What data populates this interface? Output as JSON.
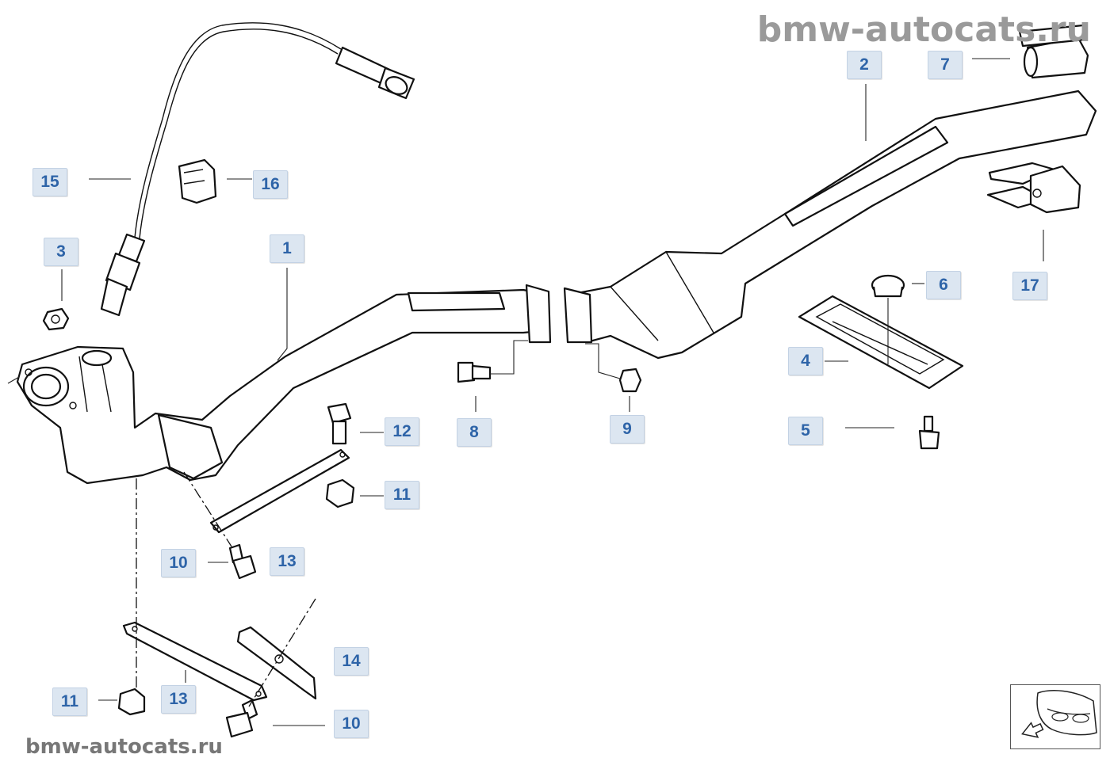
{
  "watermark": {
    "top": "bmw-autocats.ru",
    "bottom": "bmw-autocats.ru"
  },
  "callouts": [
    {
      "id": "c1",
      "label": "1"
    },
    {
      "id": "c2",
      "label": "2"
    },
    {
      "id": "c3",
      "label": "3"
    },
    {
      "id": "c4",
      "label": "4"
    },
    {
      "id": "c5",
      "label": "5"
    },
    {
      "id": "c6",
      "label": "6"
    },
    {
      "id": "c7",
      "label": "7"
    },
    {
      "id": "c8",
      "label": "8"
    },
    {
      "id": "c9",
      "label": "9"
    },
    {
      "id": "c10a",
      "label": "10"
    },
    {
      "id": "c10b",
      "label": "10"
    },
    {
      "id": "c11a",
      "label": "11"
    },
    {
      "id": "c11b",
      "label": "11"
    },
    {
      "id": "c12",
      "label": "12"
    },
    {
      "id": "c13a",
      "label": "13"
    },
    {
      "id": "c13b",
      "label": "13"
    },
    {
      "id": "c14",
      "label": "14"
    },
    {
      "id": "c15",
      "label": "15"
    },
    {
      "id": "c16",
      "label": "16"
    },
    {
      "id": "c17",
      "label": "17"
    }
  ],
  "colors": {
    "callout_bg": "#dce6f1",
    "callout_text": "#2e64a8",
    "watermark": "#9a9a9a",
    "line": "#111111"
  },
  "icons": {
    "nav_thumb": "car-front-arrow-icon"
  }
}
